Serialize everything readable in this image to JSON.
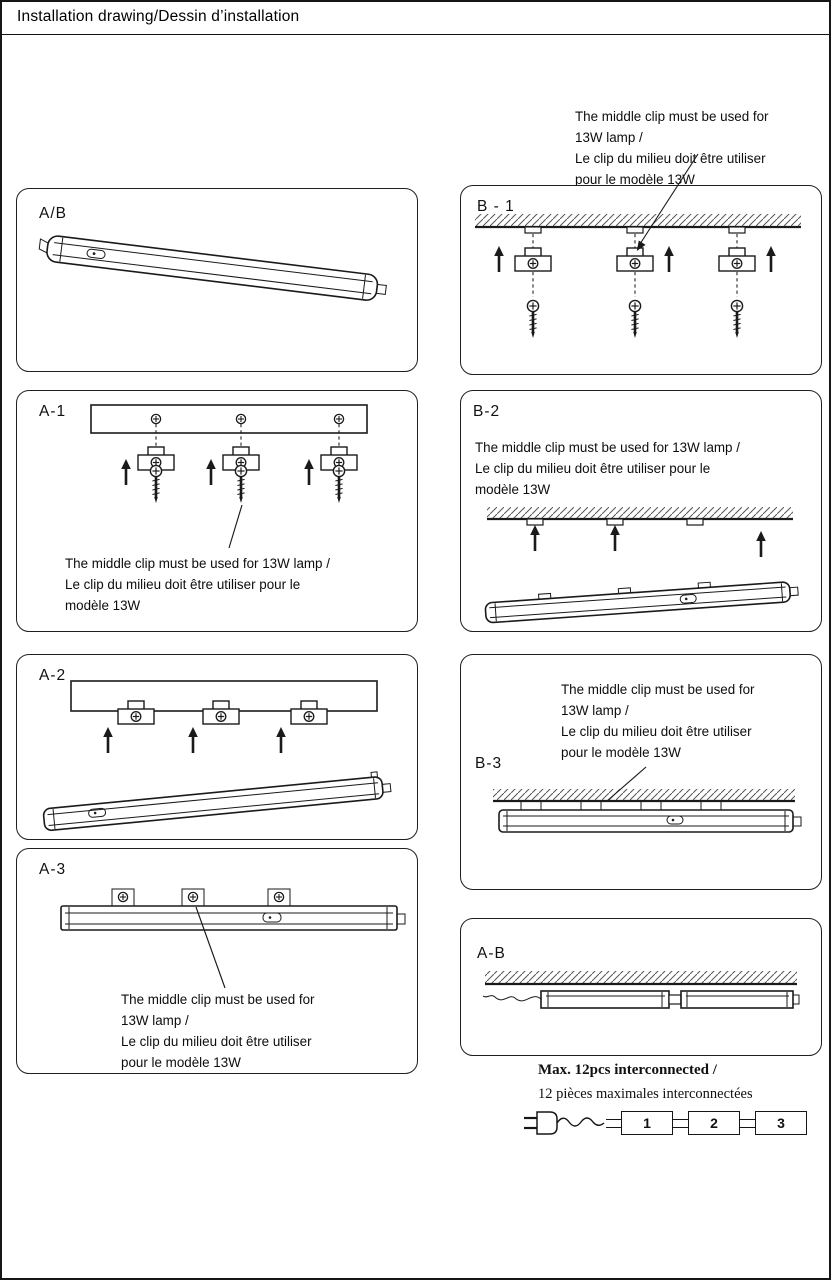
{
  "page": {
    "title": "Installation drawing/Dessin d’installation"
  },
  "panels": {
    "ab": {
      "label": "A/B"
    },
    "b1": {
      "label": "B - 1"
    },
    "a1": {
      "label": "A-1"
    },
    "b2": {
      "label": "B-2"
    },
    "a2": {
      "label": "A-2"
    },
    "b3": {
      "label": "B-3"
    },
    "a3": {
      "label": "A-3"
    },
    "abx": {
      "label": "A-B"
    }
  },
  "notes": {
    "b1": {
      "lines": [
        "The middle clip must be used for",
        "13W lamp /",
        "Le clip du milieu doit être utiliser",
        "pour le modèle 13W"
      ]
    },
    "a1": {
      "lines": [
        "The middle clip must be used for 13W lamp /",
        "Le clip du milieu doit être utiliser pour le",
        "modèle 13W"
      ]
    },
    "b2": {
      "lines": [
        "The middle clip must be used for 13W lamp /",
        "Le clip du milieu doit être utiliser pour le",
        "modèle 13W"
      ]
    },
    "b3": {
      "lines": [
        "The middle clip must be used for",
        "13W lamp /",
        "Le clip du milieu doit être utiliser",
        "pour le modèle 13W"
      ]
    },
    "a3": {
      "lines": [
        "The middle clip must be used for",
        "13W lamp /",
        "Le clip du milieu doit être utiliser",
        "pour le modèle 13W"
      ]
    }
  },
  "interconnect": {
    "title": "Max. 12pcs interconnected /",
    "subtitle": "12 pièces maximales interconnectées",
    "boxes": [
      "1",
      "2",
      "3"
    ]
  },
  "colors": {
    "ink": "#1a1a1a",
    "paper": "#ffffff"
  }
}
